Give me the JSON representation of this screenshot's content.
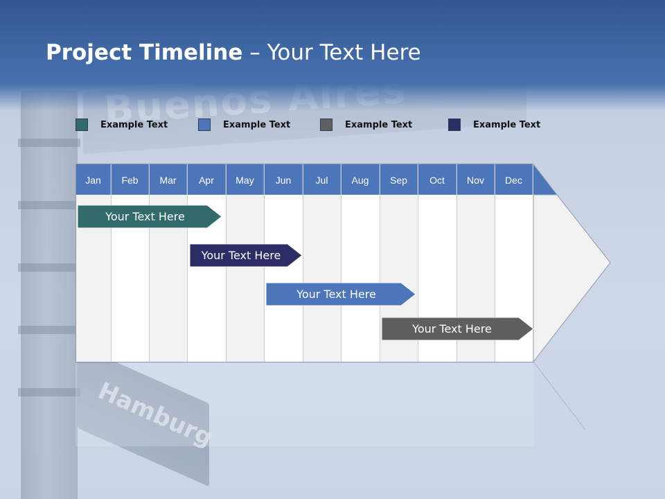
{
  "slide": {
    "title_bold": "Project Timeline",
    "title_rest": " – Your Text Here"
  },
  "background": {
    "sign_top": "Buenos Aires",
    "sign_bottom": "Hamburg"
  },
  "legend": [
    {
      "label": "Example Text",
      "color": "#326b6b"
    },
    {
      "label": "Example Text",
      "color": "#4d76ba"
    },
    {
      "label": "Example Text",
      "color": "#5f5f5f"
    },
    {
      "label": "Example Text",
      "color": "#2d2d66"
    }
  ],
  "months": [
    "Jan",
    "Feb",
    "Mar",
    "Apr",
    "May",
    "Jun",
    "Jul",
    "Aug",
    "Sep",
    "Oct",
    "Nov",
    "Dec"
  ],
  "tasks": [
    {
      "label": "Your  Text Here",
      "color": "#326b6b"
    },
    {
      "label": "Your  Text Here",
      "color": "#2d2d66"
    },
    {
      "label": "Your  Text Here",
      "color": "#4d76ba"
    },
    {
      "label": "Your  Text Here",
      "color": "#5f5f5f"
    }
  ],
  "colors": {
    "header": "#3f67a3",
    "month_header": "#4d76ba"
  }
}
